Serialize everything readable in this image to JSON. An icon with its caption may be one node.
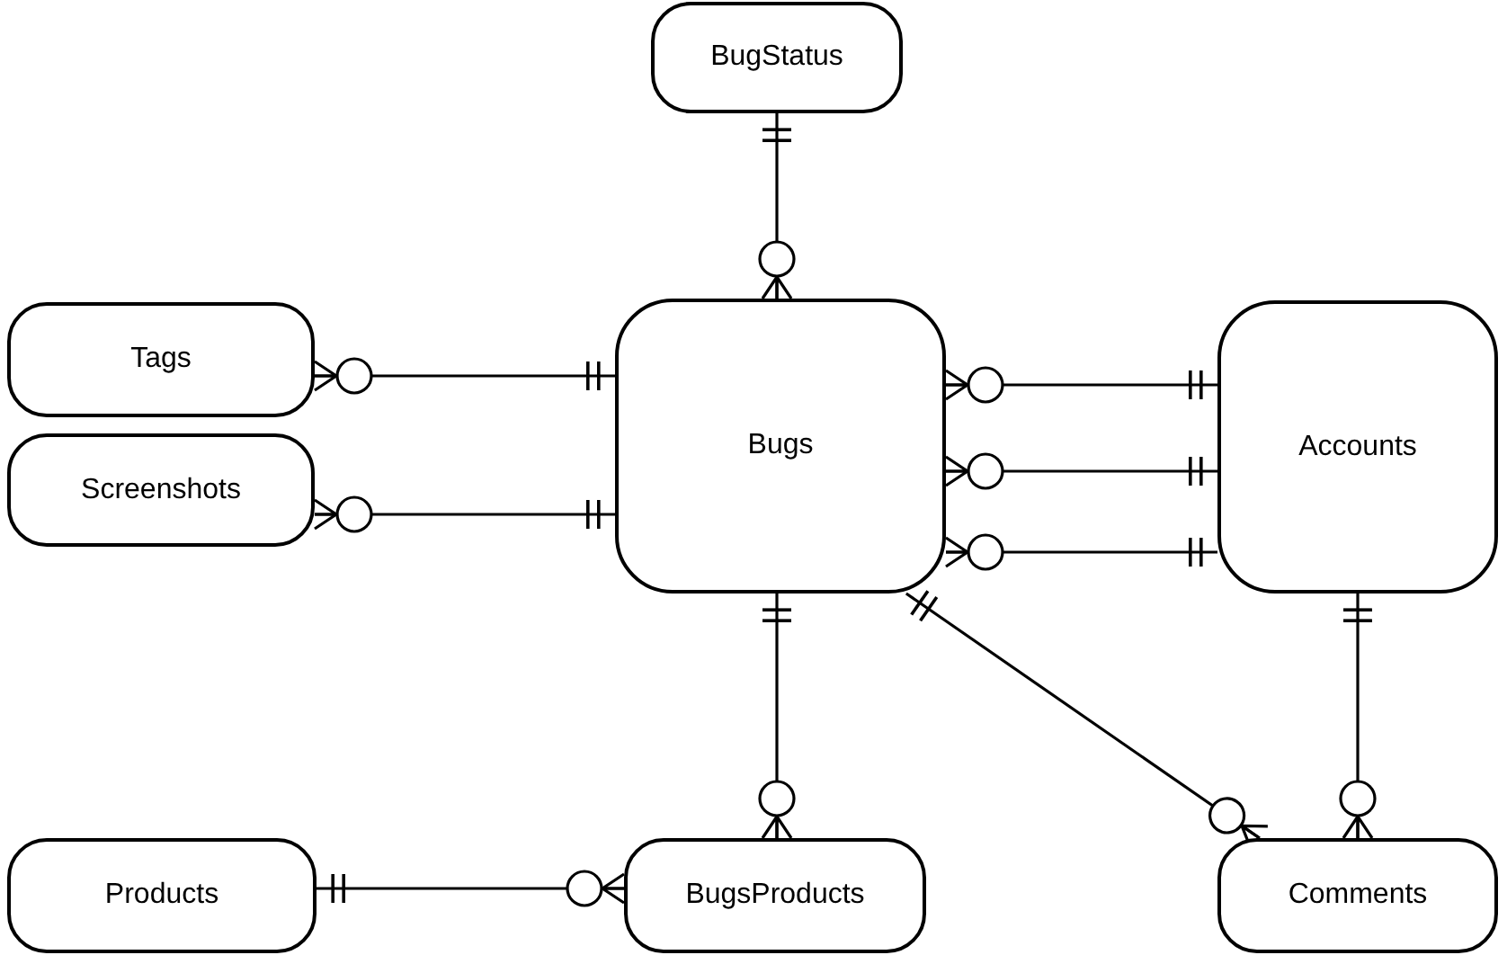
{
  "diagram": {
    "nodes": [
      {
        "text": [
          "BugStatus"
        ]
      },
      {
        "text": [
          "Tags"
        ]
      },
      {
        "text": [
          "Bugs"
        ]
      },
      {
        "text": [
          "Accounts"
        ]
      },
      {
        "text": [
          "Screenshots"
        ]
      },
      {
        "text": [
          "Products"
        ]
      },
      {
        "text": [
          "BugsProducts"
        ]
      },
      {
        "text": [
          "Comments"
        ]
      }
    ],
    "edges": [
      {
        "from": 0,
        "to": 2,
        "arrow": "other"
      },
      {
        "from": 2,
        "to": 1,
        "arrow": "other"
      },
      {
        "from": 2,
        "to": 4,
        "arrow": "other"
      },
      {
        "from": 3,
        "to": 2,
        "arrow": "other"
      },
      {
        "from": 3,
        "to": 2,
        "arrow": "other"
      },
      {
        "from": 3,
        "to": 2,
        "arrow": "other"
      },
      {
        "from": 2,
        "to": 6,
        "arrow": "other"
      },
      {
        "from": 5,
        "to": 6,
        "arrow": "other"
      },
      {
        "from": 2,
        "to": 7,
        "arrow": "other"
      },
      {
        "from": 3,
        "to": 7,
        "arrow": "other"
      }
    ]
  }
}
